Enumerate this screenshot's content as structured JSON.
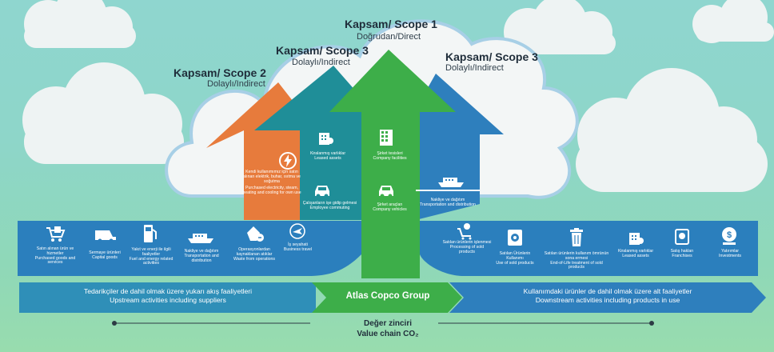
{
  "colors": {
    "scope1": "#3dae49",
    "scope2": "#e77b3c",
    "scope3_up": "#1f8e98",
    "scope3_down": "#2e7fbd",
    "band": "#2b7fbd"
  },
  "scopes": {
    "scope1": {
      "title": "Kapsam/ Scope 1",
      "sub": "Doğrudan/Direct"
    },
    "scope2": {
      "title": "Kapsam/ Scope 2",
      "sub": "Dolaylı/Indirect"
    },
    "scope3_up": {
      "title": "Kapsam/ Scope 3",
      "sub": "Dolaylı/Indirect"
    },
    "scope3_down": {
      "title": "Kapsam/ Scope 3",
      "sub": "Dolaylı/Indirect"
    }
  },
  "scope2_item": {
    "tr": "Kendi kullanımımız için satın alınan elektrik, buhar, ısıtma ve soğutma",
    "en": "Purchased electricity, steam, heating and cooling for own use",
    "icon": "lightning-icon"
  },
  "scope3_up_items": [
    {
      "tr": "Kiralanmış varlıklar",
      "en": "Leased assets",
      "icon": "building-icon"
    },
    {
      "tr": "Çalışanların işe gidip gelmesi",
      "en": "Employee commuting",
      "icon": "car-icon"
    }
  ],
  "scope1_items": [
    {
      "tr": "Şirket tesisleri",
      "en": "Company facilities",
      "icon": "factory-icon"
    },
    {
      "tr": "Şirket araçları",
      "en": "Company vehicles",
      "icon": "car-icon"
    }
  ],
  "scope3_down_item": {
    "tr": "Nakliye ve dağıtım",
    "en": "Transportation and distribution",
    "icon": "ship-icon"
  },
  "upstream_items": [
    {
      "tr": "Satın alınan ürün ve hizmetler",
      "en": "Purchased goods and services",
      "icon": "cart-icon"
    },
    {
      "tr": "Sermaye ürünleri",
      "en": "Capital goods",
      "icon": "truck-icon"
    },
    {
      "tr": "Yakıt ve enerji ile ilgili faaliyetler",
      "en": "Fuel and energy related activities",
      "icon": "fuel-pump-icon"
    },
    {
      "tr": "Nakliye ve dağıtım",
      "en": "Transportation and distribution",
      "icon": "ship-icon"
    },
    {
      "tr": "Operasyonlardan kaynaklanan atıklar",
      "en": "Waste from operations",
      "icon": "waste-icon"
    },
    {
      "tr": "İş seyahati",
      "en": "Business travel",
      "icon": "plane-icon"
    }
  ],
  "downstream_items": [
    {
      "tr": "Satılan ürünlerin işlenmesi",
      "en": "Processing of sold products",
      "icon": "gear-cart-icon"
    },
    {
      "tr": "Satılan Ürünlerin Kullanımı",
      "en": "Use of sold products",
      "icon": "compressor-icon"
    },
    {
      "tr": "Satılan ürünlerin kullanım ömrünün sona ermesi",
      "en": "End-of-Life treatment of sold products",
      "icon": "trash-icon"
    },
    {
      "tr": "Kiralanmış varlıklar",
      "en": "Leased assets",
      "icon": "building-icon"
    },
    {
      "tr": "Satış hakları",
      "en": "Franchises",
      "icon": "franchise-icon"
    },
    {
      "tr": "Yatırımlar",
      "en": "Investments",
      "icon": "money-icon"
    }
  ],
  "band": {
    "upstream_tr": "Tedarikçiler de dahil olmak üzere yukarı akış faaliyetleri",
    "upstream_en": "Upstream activities including suppliers",
    "center": "Atlas Copco Group",
    "downstream_tr": "Kullanımdaki ürünler de dahil olmak üzere alt faaliyetler",
    "downstream_en": "Downstream activities including products in use"
  },
  "value_chain": {
    "tr": "Değer zinciri",
    "en": "Value chain CO₂"
  }
}
